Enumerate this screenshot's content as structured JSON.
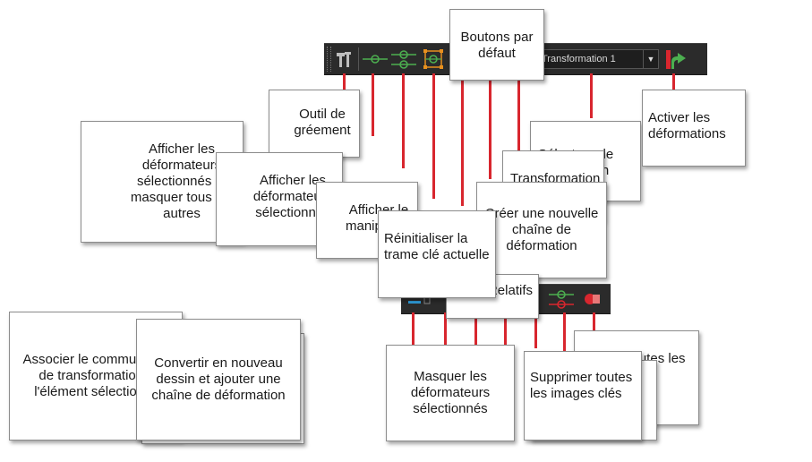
{
  "toolbar": {
    "dropdown_value": "Transformation 1",
    "dropdown_arrow": "▼",
    "icons": [
      "rigging-tool-icon",
      "show-selected-deformers-icon",
      "show-manipulator-icon",
      "reset-keyframe-icon",
      "enable-deformations-icon"
    ],
    "bottom_icons": [
      "hide-deformers-icon",
      "delete-keyframes-icon",
      "record-icon"
    ]
  },
  "colors": {
    "toolbar_bg": "#2b2b2b",
    "callout_line": "#d8262e",
    "icon_green": "#4caf50",
    "icon_orange": "#e8901e",
    "icon_red": "#d8262e"
  },
  "callouts": {
    "default_buttons": "Boutons par défaut",
    "rigging_tool": "Outil de gréement",
    "show_selected_hide_all": "Afficher les déformateurs sélectionnés et masquer tous les autres",
    "show_selected": "Afficher les déformateurs sélectionnés",
    "show_manipulator": "Afficher le manipulateur",
    "reset_keyframe": "Réinitialiser la trame clé actuelle",
    "select_deformation": "Sélecteur de déformation",
    "transformation": "Transformation",
    "create_chain": "Créer une nouvelle chaîne de déformation",
    "enable_deformations": "Activer les déformations",
    "relatives": "Relatifs",
    "associate_transform": "Associer le commutateur de transformation à l'élément sélectionné",
    "convert_drawing": "Convertir en nouveau dessin et ajouter une chaîne de déformation",
    "hide_selected": "Masquer les déformateurs sélectionnés",
    "delete_all_keyframes": "Supprimer toutes les images clés",
    "all_the": "Toutes les"
  }
}
